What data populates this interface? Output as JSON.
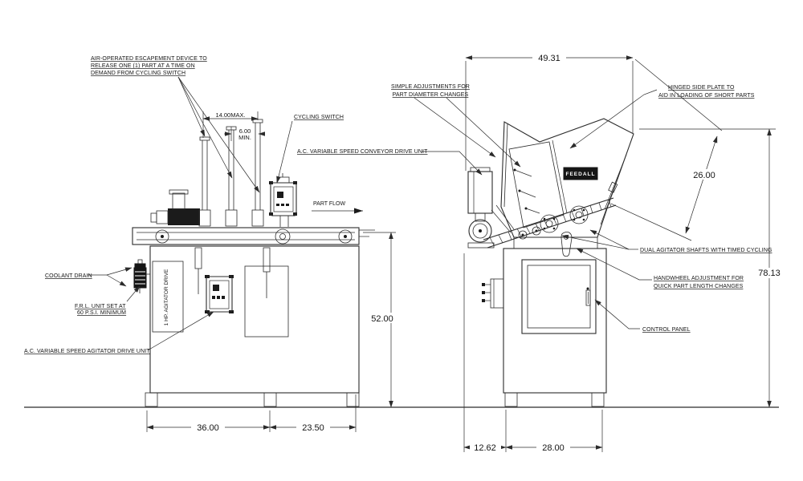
{
  "drawing": {
    "labels": {
      "escapement_1": "AIR-OPERATED ESCAPEMENT DEVICE TO",
      "escapement_2": "RELEASE ONE (1) PART AT A TIME ON",
      "escapement_3": "DEMAND FROM CYCLING SWITCH",
      "cycling_switch": "CYCLING SWITCH",
      "conveyor_drive_unit": "A.C. VARIABLE SPEED CONVEYOR DRIVE UNIT",
      "part_flow": "PART FLOW",
      "coolant_drain": "COOLANT DRAIN",
      "frl_1": "F.R.L. UNIT SET AT",
      "frl_2": "60 P.S.I. MINIMUM",
      "agitator_drive_unit": "A.C. VARIABLE SPEED AGITATOR DRIVE UNIT",
      "hp_agitator_drive": "1 HP. AGITATOR DRIVE",
      "simple_adjustments_1": "SIMPLE ADJUSTMENTS FOR",
      "simple_adjustments_2": "PART DIAMETER CHANGES",
      "hinged_plate_1": "HINGED SIDE PLATE TO",
      "hinged_plate_2": "AID IN LOADING OF SHORT PARTS",
      "dual_agitator": "DUAL AGITATOR SHAFTS WITH TIMED CYCLING",
      "handwheel_1": "HANDWHEEL ADJUSTMENT FOR",
      "handwheel_2": "QUICK PART LENGTH CHANGES",
      "control_panel": "CONTROL PANEL",
      "brand_plate": "FEEDALL"
    },
    "dimensions": {
      "hopper_top_width": "49.31",
      "hopper_incline": "26.00",
      "overall_height": "78.13",
      "conveyor_height": "52.00",
      "base_length": "36.00",
      "discharge_extension": "23.50",
      "front_offset": "12.62",
      "front_width": "28.00",
      "escapement_max": "14.00MAX.",
      "escapement_min_value": "6.00",
      "escapement_min_label": "MIN."
    },
    "colors": {
      "line": "#2b2b2b",
      "text": "#141414",
      "background": "#ffffff"
    }
  }
}
